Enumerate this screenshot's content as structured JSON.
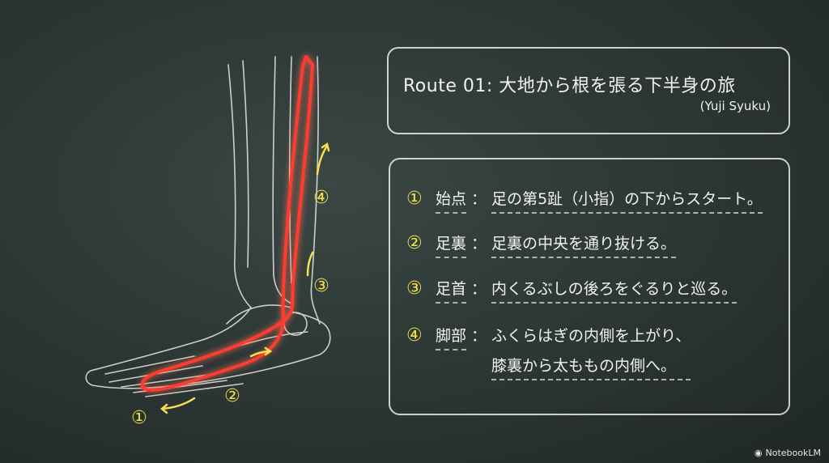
{
  "title": {
    "main": "Route 01: 大地から根を張る下半身の旅",
    "author": "(Yuji Syuku)"
  },
  "items": [
    {
      "num": "①",
      "label": "始点",
      "sep": "：",
      "lines": [
        "足の第5趾（小指）の下からスタート。"
      ]
    },
    {
      "num": "②",
      "label": "足裏",
      "sep": "：",
      "lines": [
        "足裏の中央を通り抜ける。"
      ]
    },
    {
      "num": "③",
      "label": "足首",
      "sep": "：",
      "lines": [
        "内くるぶしの後ろをぐるりと巡る。"
      ]
    },
    {
      "num": "④",
      "label": "脚部",
      "sep": "：",
      "lines": [
        "ふくらはぎの内側を上がり、",
        "膝裏から太ももの内側へ。"
      ]
    }
  ],
  "diagram": {
    "markers": [
      "①",
      "②",
      "③",
      "④"
    ],
    "route_color": "#ff3b2f",
    "marker_color": "#f3e04a"
  },
  "watermark": "NotebookLM"
}
